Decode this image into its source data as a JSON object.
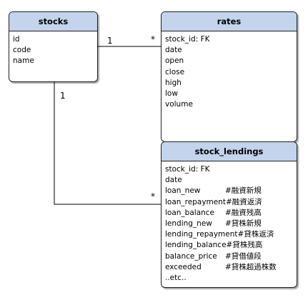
{
  "entities": {
    "stocks": {
      "title": "stocks",
      "attributes": [
        "id",
        "code",
        "name"
      ]
    },
    "rates": {
      "title": "rates",
      "attributes": [
        "stock_id: FK",
        "date",
        "open",
        "close",
        "high",
        "low",
        "volume"
      ]
    },
    "stock_lendings": {
      "title": "stock_lendings",
      "attributes": [
        {
          "name": "stock_id: FK",
          "comment": ""
        },
        {
          "name": "date",
          "comment": ""
        },
        {
          "name": "loan_new",
          "comment": "#融資新規"
        },
        {
          "name": "loan_repayment",
          "comment": "#融資返済"
        },
        {
          "name": "loan_balance",
          "comment": "#融資残高"
        },
        {
          "name": "lending_new",
          "comment": "#貸株新規"
        },
        {
          "name": "lending_repayment",
          "comment": "#貸株返済"
        },
        {
          "name": "lending_balance",
          "comment": "#貸株残高"
        },
        {
          "name": "balance_price",
          "comment": "#貸借値段"
        },
        {
          "name": "exceeded",
          "comment": "#貸株超過株数"
        },
        {
          "name": "..etc..",
          "comment": ""
        }
      ]
    }
  },
  "relations": {
    "stocks_rates": {
      "from_multiplicity": "1",
      "to_multiplicity": "*"
    },
    "stocks_lendings": {
      "from_multiplicity": "1",
      "to_multiplicity": "*"
    }
  },
  "colors": {
    "header_fill": "#c3d4ec",
    "border": "#1f1f1f",
    "line": "#000000"
  }
}
